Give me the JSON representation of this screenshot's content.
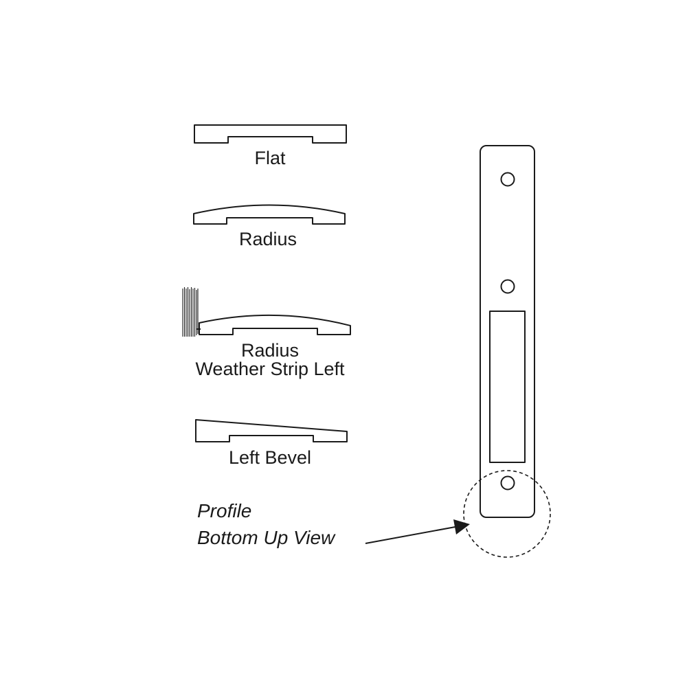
{
  "profiles": [
    {
      "label": "Flat"
    },
    {
      "label": "Radius"
    },
    {
      "label_line1": "Radius",
      "label_line2": "Weather Strip Left"
    },
    {
      "label": "Left Bevel"
    }
  ],
  "callout": {
    "line1": "Profile",
    "line2": "Bottom Up View"
  }
}
